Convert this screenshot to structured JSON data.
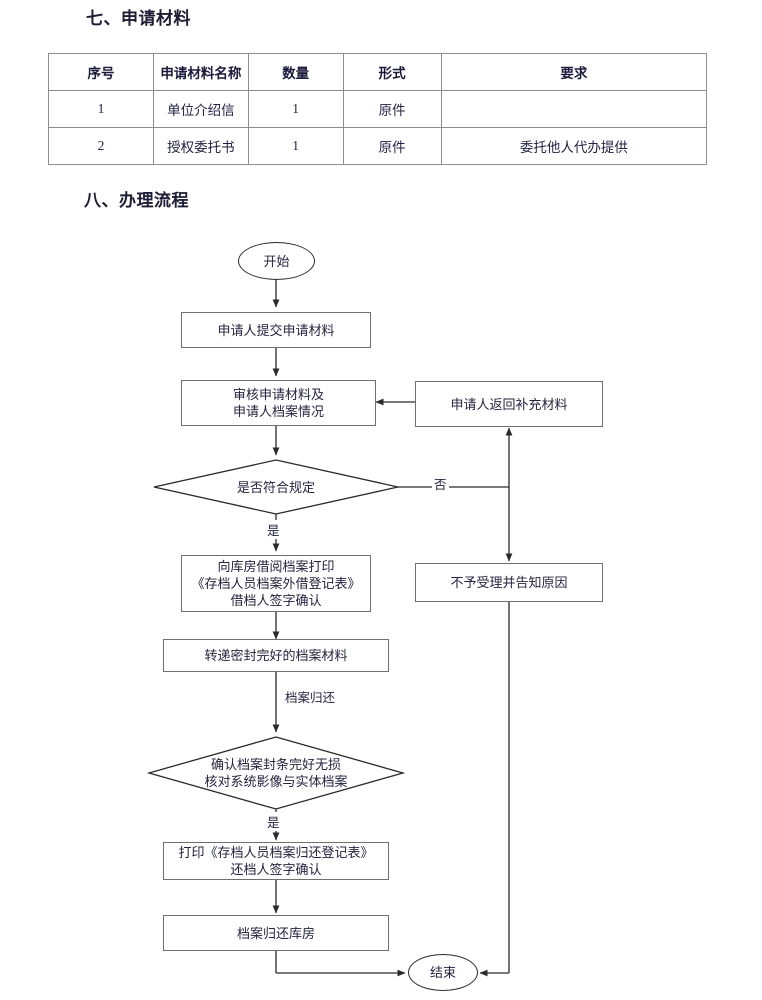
{
  "document": {
    "headings": {
      "materials": "七、申请材料",
      "flow": "八、办理流程"
    }
  },
  "materials_table": {
    "columns": [
      "序号",
      "申请材料名称",
      "数量",
      "形式",
      "要求"
    ],
    "rows": [
      [
        "1",
        "单位介绍信",
        "1",
        "原件",
        ""
      ],
      [
        "2",
        "授权委托书",
        "1",
        "原件",
        "委托他人代办提供"
      ]
    ]
  },
  "flowchart": {
    "type": "flowchart",
    "nodes": {
      "start": "开始",
      "submit": "申请人提交申请材料",
      "review": "审核申请材料及\n申请人档案情况",
      "resubmit": "申请人返回补充材料",
      "decision1": "是否符合规定",
      "reject": "不予受理并告知原因",
      "borrow": "向库房借阅档案打印\n《存档人员档案外借登记表》\n借档人签字确认",
      "transfer": "转递密封完好的档案材料",
      "decision2": "确认档案封条完好无损\n核对系统影像与实体档案",
      "print_return": "打印《存档人员档案归还登记表》\n还档人签字确认",
      "store": "档案归还库房",
      "end": "结束"
    },
    "edge_labels": {
      "no": "否",
      "yes1": "是",
      "archive_return": "档案归还",
      "yes2": "是"
    }
  }
}
